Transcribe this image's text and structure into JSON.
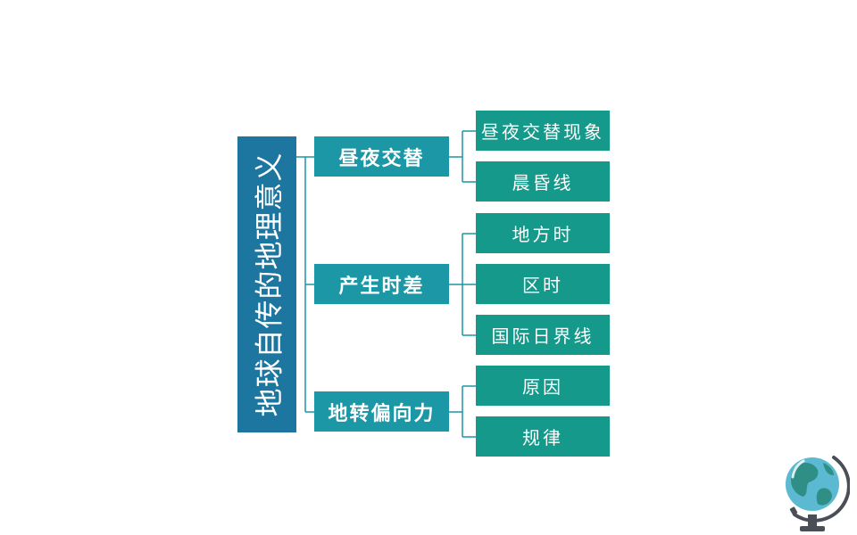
{
  "root": {
    "label": "地球自传的地理意义"
  },
  "branches": [
    {
      "label": "昼夜交替",
      "children": [
        "昼夜交替现象",
        "晨昏线"
      ]
    },
    {
      "label": "产生时差",
      "children": [
        "地方时",
        "区时",
        "国际日界线"
      ]
    },
    {
      "label": "地转偏向力",
      "children": [
        "原因",
        "规律"
      ]
    }
  ],
  "colors": {
    "root": "#1c76a0",
    "branch": "#1b97a5",
    "leaf": "#14998a",
    "connector": "#1b97a5"
  },
  "icons": [
    "globe-icon"
  ]
}
